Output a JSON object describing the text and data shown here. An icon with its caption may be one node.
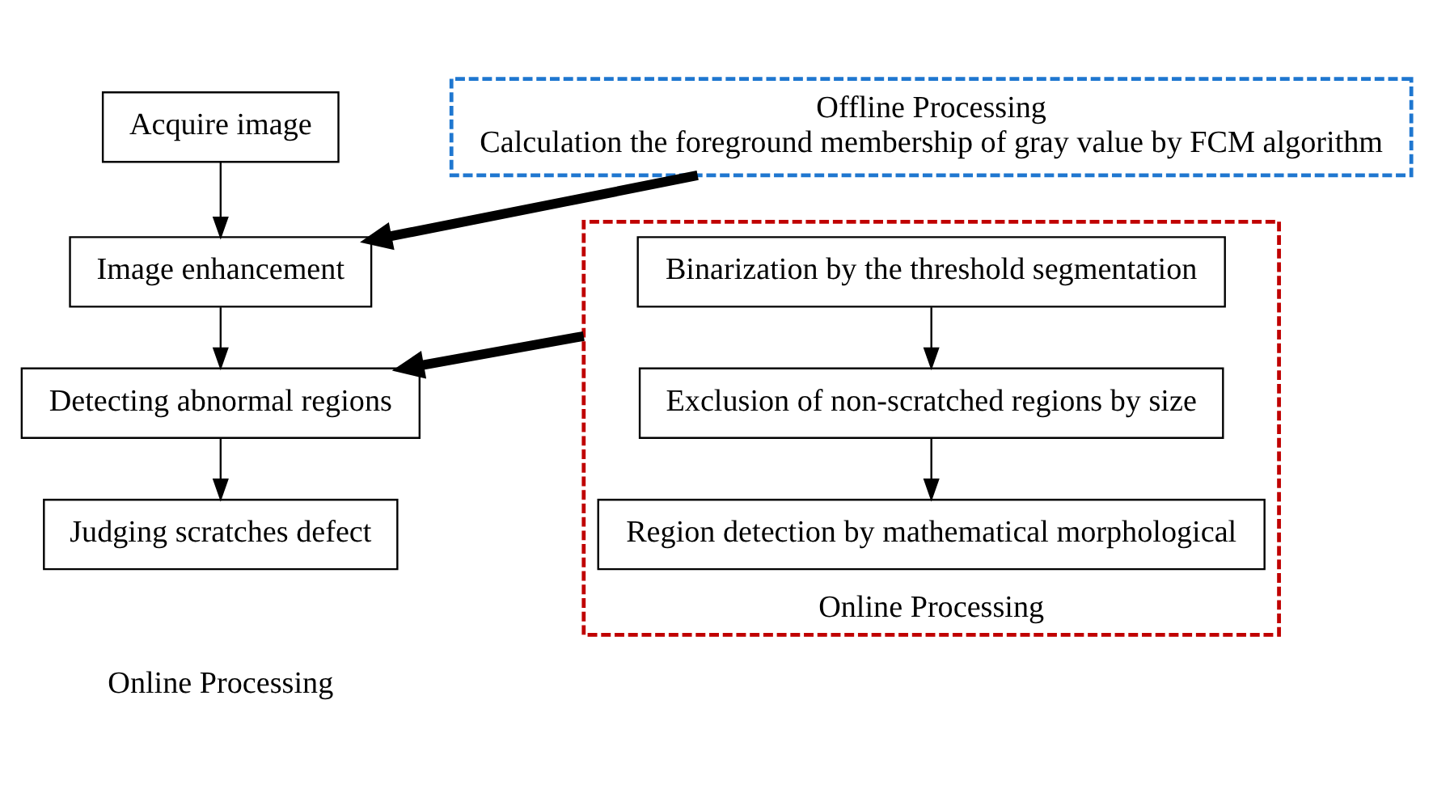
{
  "diagram": {
    "nodes": [
      {
        "text": [
          "Acquire image"
        ]
      },
      {
        "text": [
          "Image enhancement"
        ]
      },
      {
        "text": [
          "Detecting abnormal regions"
        ]
      },
      {
        "text": [
          "Judging scratches defect"
        ]
      },
      {
        "text": [
          "Offline Processing",
          "Calculation the foreground membership of gray value by FCM algorithm"
        ]
      },
      {
        "text": [
          "Online Processing"
        ]
      },
      {
        "text": [
          "Binarization by the threshold segmentation"
        ],
        "in": 5
      },
      {
        "text": [
          "Exclusion of non-scratched regions by size"
        ],
        "in": 5
      },
      {
        "text": [
          "Region detection by mathematical morphological"
        ],
        "in": 5
      }
    ],
    "edges": [
      {
        "from": 0,
        "to": 1,
        "arrow": "to"
      },
      {
        "from": 1,
        "to": 2,
        "arrow": "to"
      },
      {
        "from": 2,
        "to": 3,
        "arrow": "to"
      },
      {
        "from": 4,
        "to": 1,
        "arrow": "to",
        "style": "thick"
      },
      {
        "from": 6,
        "to": 7,
        "arrow": "to"
      },
      {
        "from": 7,
        "to": 8,
        "arrow": "to"
      },
      {
        "from": 5,
        "to": 2,
        "arrow": "to",
        "style": "thick"
      }
    ],
    "labels": [
      "Online Processing"
    ]
  }
}
